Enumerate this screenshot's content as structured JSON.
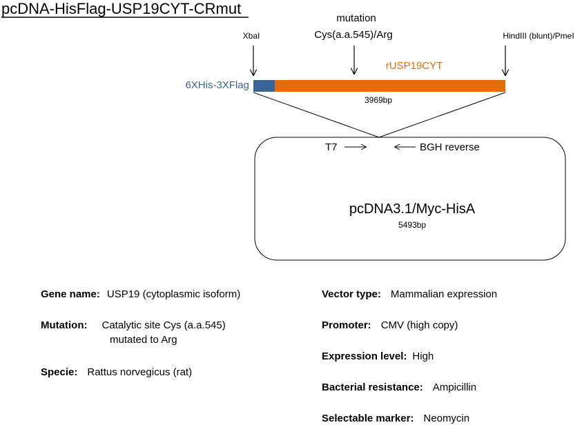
{
  "title": "pcDNA-HisFlag-USP19CYT-CRmut",
  "insert": {
    "tag_label": "6XHis-3XFlag",
    "gene_label": "rUSP19CYT",
    "size": "3969bp",
    "tag_color": "#3b6496",
    "gene_color": "#e46c0a"
  },
  "sites": {
    "left": "XbaI",
    "mutation_line1": "mutation",
    "mutation_line2": "Cys(a.a.545)/Arg",
    "right": "HindIII (blunt)/PmeI"
  },
  "vector": {
    "name": "pcDNA3.1/Myc-HisA",
    "size": "5493bp",
    "primer_left": "T7",
    "primer_right": "BGH reverse"
  },
  "info": {
    "gene_name_label": "Gene name:",
    "gene_name_value": "USP19 (cytoplasmic isoform)",
    "mutation_label": "Mutation:",
    "mutation_value": "Catalytic site Cys (a.a.545)",
    "mutation_value_cont": "mutated to Arg",
    "specie_label": "Specie:",
    "specie_value": "Rattus norvegicus (rat)",
    "vector_type_label": "Vector type:",
    "vector_type_value": "Mammalian expression",
    "promoter_label": "Promoter:",
    "promoter_value": "CMV  (high copy)",
    "expression_label": "Expression level:",
    "expression_value": "High",
    "resistance_label": "Bacterial resistance:",
    "resistance_value": "Ampicillin",
    "marker_label": "Selectable marker:",
    "marker_value": "Neomycin"
  }
}
